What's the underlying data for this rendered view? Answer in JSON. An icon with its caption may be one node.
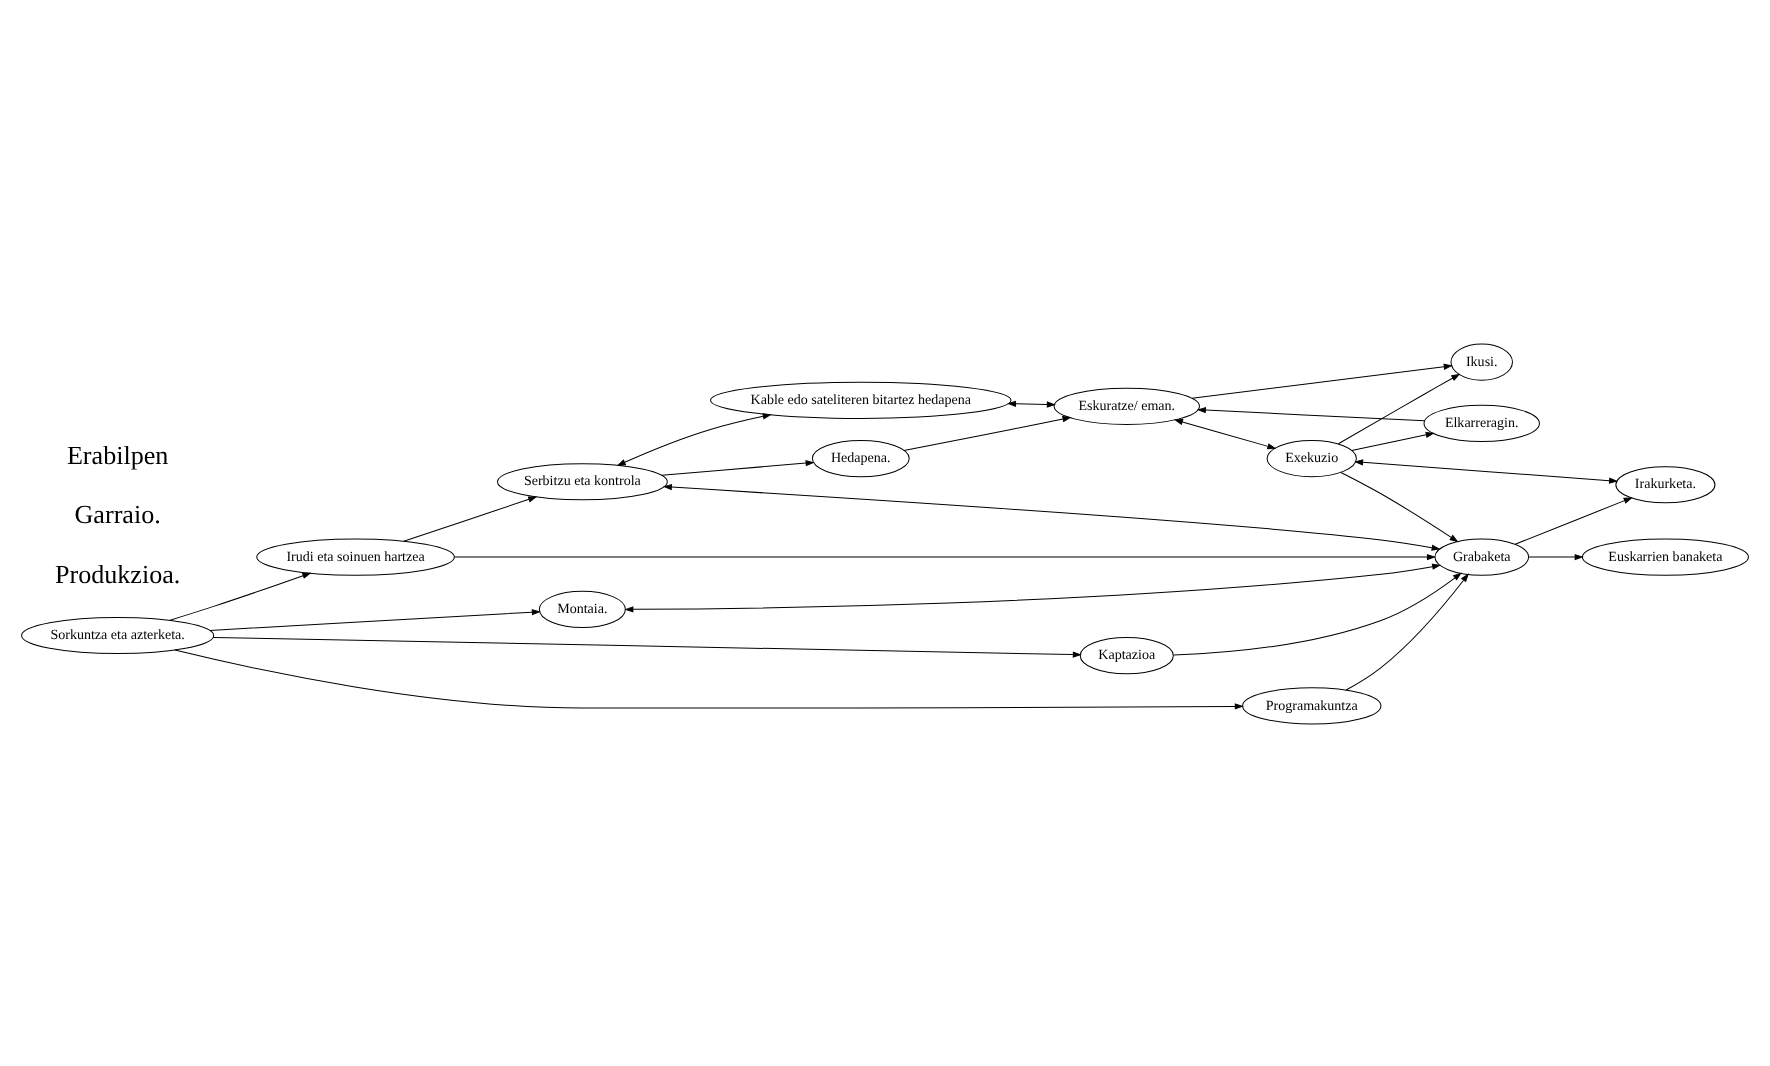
{
  "diagram": {
    "nodes": [
      {
        "text": [
          "Irudi eta soinuen hartzea"
        ]
      },
      {
        "text": [
          "Serbitzu eta kontrola"
        ]
      },
      {
        "text": [
          "Hedapena."
        ]
      },
      {
        "text": [
          "Kable edo sateliteren bitartez hedapena"
        ]
      },
      {
        "text": [
          "Eskuratze/ eman."
        ]
      },
      {
        "text": [
          "Montaia."
        ]
      },
      {
        "text": [
          "Grabaketa"
        ]
      },
      {
        "text": [
          "Ikusi."
        ]
      },
      {
        "text": [
          "Sorkuntza eta azterketa."
        ]
      },
      {
        "text": [
          "Elkarreragin."
        ]
      },
      {
        "text": [
          "Kaptazioa"
        ]
      },
      {
        "text": [
          "Exekuzio"
        ]
      },
      {
        "text": [
          "Programakuntza"
        ]
      },
      {
        "text": [
          "Euskarrien banaketa"
        ]
      },
      {
        "text": [
          "Irakurketa."
        ]
      }
    ],
    "edges": [
      {
        "from": 0,
        "to": 1,
        "arrow": "to"
      },
      {
        "from": 1,
        "to": 2,
        "arrow": "to"
      },
      {
        "from": 2,
        "to": 4,
        "arrow": "to"
      },
      {
        "from": 1,
        "to": 3,
        "arrow": "both"
      },
      {
        "from": 3,
        "to": 4,
        "arrow": "both"
      },
      {
        "from": 1,
        "to": 6,
        "arrow": "both"
      },
      {
        "from": 0,
        "to": 6,
        "arrow": "to"
      },
      {
        "from": 5,
        "to": 6,
        "arrow": "both"
      },
      {
        "from": 8,
        "to": 0,
        "arrow": "to"
      },
      {
        "from": 8,
        "to": 5,
        "arrow": "to"
      },
      {
        "from": 8,
        "to": 10,
        "arrow": "to"
      },
      {
        "from": 8,
        "to": 12,
        "arrow": "to"
      },
      {
        "from": 10,
        "to": 6,
        "arrow": "to"
      },
      {
        "from": 12,
        "to": 6,
        "arrow": "to"
      },
      {
        "from": 6,
        "to": 13,
        "arrow": "to"
      },
      {
        "from": 6,
        "to": 14,
        "arrow": "to"
      },
      {
        "from": 11,
        "to": 6,
        "arrow": "to"
      },
      {
        "from": 4,
        "to": 11,
        "arrow": "both"
      },
      {
        "from": 4,
        "to": 7,
        "arrow": "to"
      },
      {
        "from": 11,
        "to": 7,
        "arrow": "to"
      },
      {
        "from": 9,
        "to": 4,
        "arrow": "to"
      },
      {
        "from": 11,
        "to": 9,
        "arrow": "to"
      },
      {
        "from": 11,
        "to": 14,
        "arrow": "both"
      }
    ],
    "labels": [
      "Produkzioa.",
      "Garraio.",
      "Erabilpen"
    ]
  }
}
